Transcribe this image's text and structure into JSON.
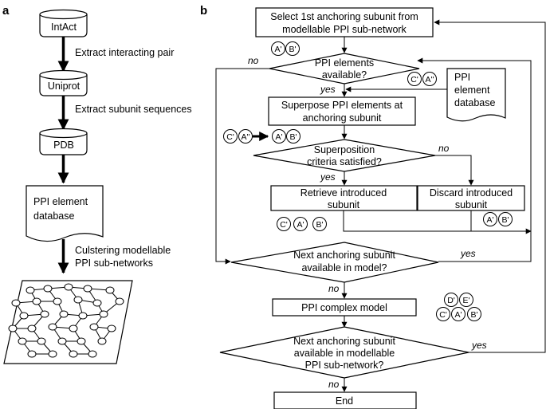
{
  "panel_a": {
    "label": "a",
    "nodes": {
      "intact": "IntAct",
      "uniprot": "Uniprot",
      "pdb": "PDB",
      "ppi_db_line1": "PPI element",
      "ppi_db_line2": "database"
    },
    "steps": {
      "extract_pair": "Extract interacting pair",
      "extract_seq": "Extract subunit sequences",
      "cluster_line1": "Culstering modellable",
      "cluster_line2": "PPI sub-networks"
    }
  },
  "panel_b": {
    "label": "b",
    "select_line1": "Select 1st anchoring subunit from",
    "select_line2": "modellable PPI sub-network",
    "avail_line1": "PPI elements",
    "avail_line2": "available?",
    "db_line1": "PPI",
    "db_line2": "element",
    "db_line3": "database",
    "superpose_line1": "Superpose PPI elements at",
    "superpose_line2": "anchoring subunit",
    "criteria_line1": "Superposition",
    "criteria_line2": "criteria satisfied?",
    "retrieve_line1": "Retrieve introduced",
    "retrieve_line2": "subunit",
    "discard_line1": "Discard introduced",
    "discard_line2": "subunit",
    "next_model_line1": "Next anchoring subunit",
    "next_model_line2": "available in model?",
    "complex": "PPI complex model",
    "next_net_line1": "Next anchoring subunit",
    "next_net_line2": "available in modellable",
    "next_net_line3": "PPI sub-network?",
    "end": "End",
    "yes": "yes",
    "no": "no",
    "sub": {
      "a1": "A'",
      "b1": "B'",
      "c1": "C'",
      "a2": "A''",
      "d1": "D'",
      "e1": "E'"
    }
  }
}
